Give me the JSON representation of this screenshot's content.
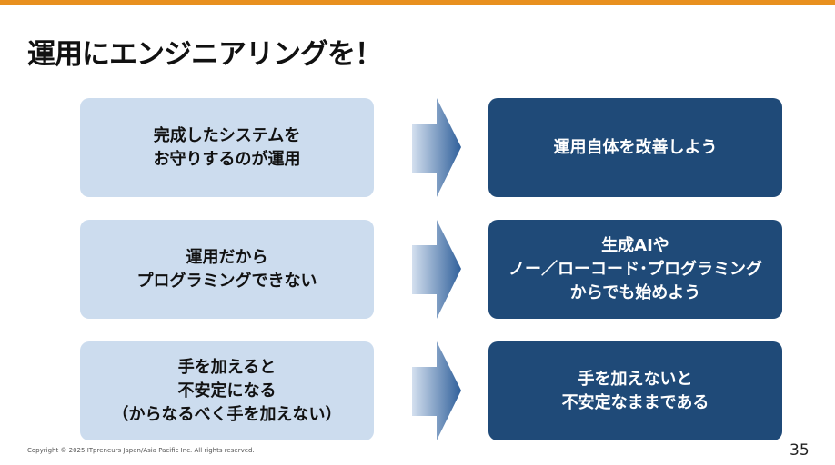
{
  "slide": {
    "title": "運用にエンジニアリングを！",
    "rows": [
      {
        "before": [
          "完成したシステムを",
          "お守りするのが運用"
        ],
        "after": [
          "運用自体を改善しよう"
        ]
      },
      {
        "before": [
          "運用だから",
          "プログラミングできない"
        ],
        "after": [
          "生成AIや",
          "ノー／ローコード･プログラミング",
          "からでも始めよう"
        ]
      },
      {
        "before": [
          "手を加えると",
          "不安定になる",
          "（からなるべく手を加えない）"
        ],
        "after": [
          "手を加えないと",
          "不安定なままである"
        ]
      }
    ],
    "copyright": "Copyright © 2025 ITpreneurs Japan/Asia Pacific Inc. All rights reserved.",
    "page_number": "35"
  },
  "colors": {
    "accent": "#e8901f",
    "left_box": "#ccdcee",
    "right_box": "#1f4a78"
  }
}
